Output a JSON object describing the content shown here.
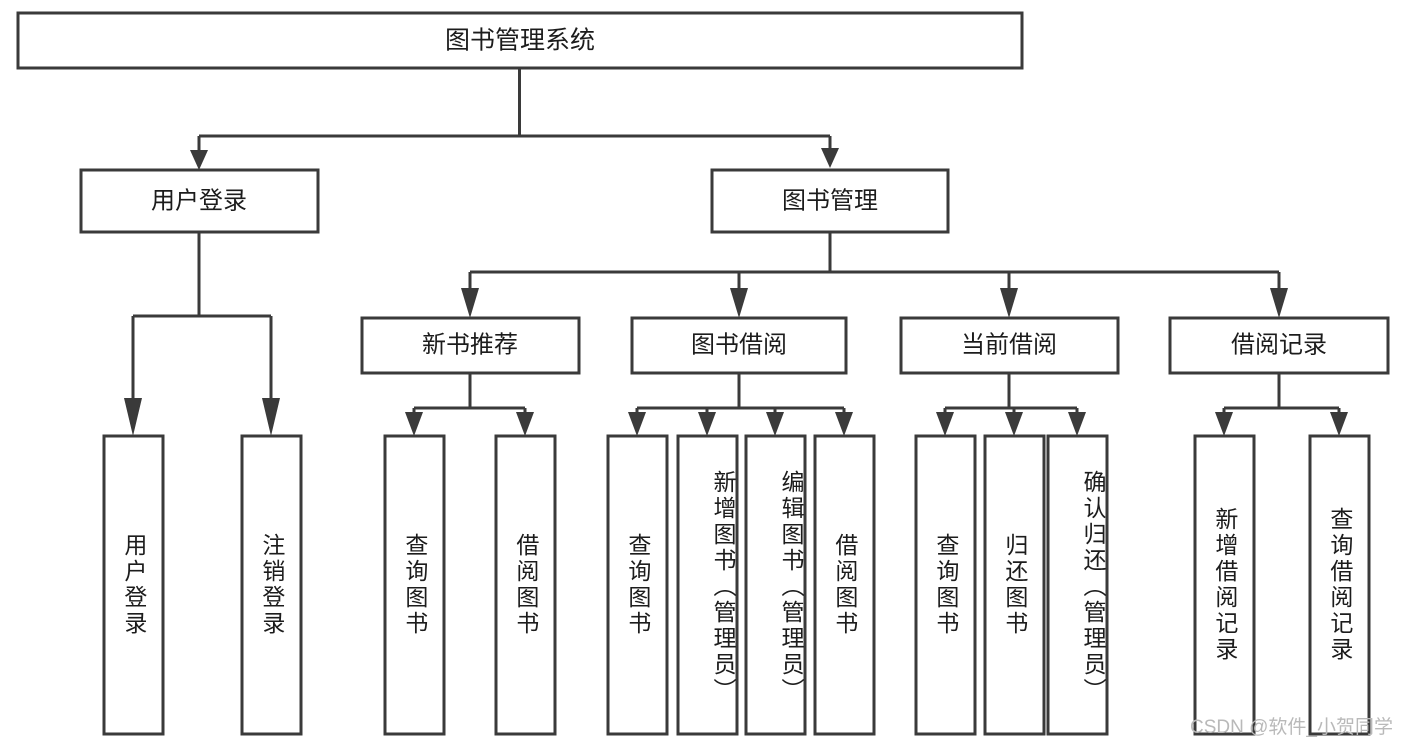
{
  "diagram": {
    "title": "图书管理系统",
    "watermark": "CSDN @软件_小贺同学",
    "root": {
      "label": "图书管理系统"
    },
    "level2": [
      {
        "label": "用户登录"
      },
      {
        "label": "图书管理"
      }
    ],
    "level3": [
      {
        "label": "新书推荐"
      },
      {
        "label": "图书借阅"
      },
      {
        "label": "当前借阅"
      },
      {
        "label": "借阅记录"
      }
    ],
    "leaves": {
      "user_login": [
        {
          "label": "用户登录"
        },
        {
          "label": "注销登录"
        }
      ],
      "new_book_recommend": [
        {
          "label": "查询图书"
        },
        {
          "label": "借阅图书"
        }
      ],
      "book_borrow": [
        {
          "label": "查询图书"
        },
        {
          "label": "新增图书（管理员）"
        },
        {
          "label": "编辑图书（管理员）"
        },
        {
          "label": "借阅图书"
        }
      ],
      "current_borrow": [
        {
          "label": "查询图书"
        },
        {
          "label": "归还图书"
        },
        {
          "label": "确认归还（管理员）"
        }
      ],
      "borrow_record": [
        {
          "label": "新增借阅记录"
        },
        {
          "label": "查询借阅记录"
        }
      ]
    },
    "colors": {
      "stroke": "#3a3a3a",
      "fill": "#ffffff",
      "text": "#1c1c1c",
      "watermark": "#b9b9b9"
    }
  }
}
